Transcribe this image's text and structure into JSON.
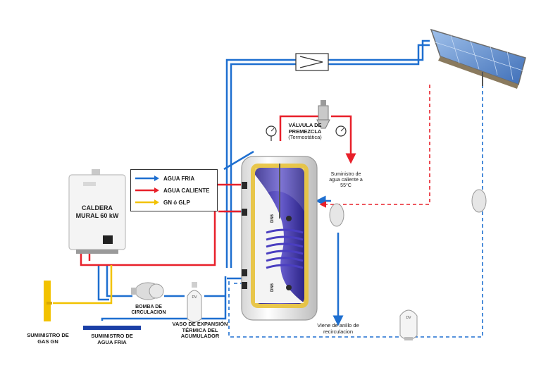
{
  "legend": {
    "items": [
      {
        "label": "AGUA FRIA",
        "color": "#1e6fd0"
      },
      {
        "label": "AGUA CALIENTE",
        "color": "#e8202a"
      },
      {
        "label": "GN ó GLP",
        "color": "#f2c200"
      }
    ]
  },
  "boiler": {
    "line1": "CALDERA",
    "line2": "MURAL 60 kW"
  },
  "valve": {
    "line1": "VÁLVULA DE",
    "line2": "PREMEZCLA",
    "line3": "(Termostática)"
  },
  "supply_hot": {
    "line1": "Suministro de",
    "line2": "agua caliente a",
    "line3": "55°C"
  },
  "pump": {
    "line1": "BOMBA DE",
    "line2": "CIRCULACION"
  },
  "gas_supply": {
    "line1": "SUMINISTRO DE",
    "line2": "GAS GN"
  },
  "water_supply": {
    "line1": "SUMINISTRO DE",
    "line2": "AGUA FRIA"
  },
  "expansion": {
    "line1": "VASO DE EXPANSIÓN",
    "line2": "TÉRMICA DEL",
    "line3": "ACUMULADOR"
  },
  "recirc": {
    "line1": "Viene de anillo de",
    "line2": "recirculacion"
  },
  "vessel_tag": "DV",
  "coil_tag": "DN6",
  "colors": {
    "cold": "#1e6fd0",
    "hot": "#e8202a",
    "gas": "#f2c200",
    "tank_coil": "#3a2d9c"
  }
}
